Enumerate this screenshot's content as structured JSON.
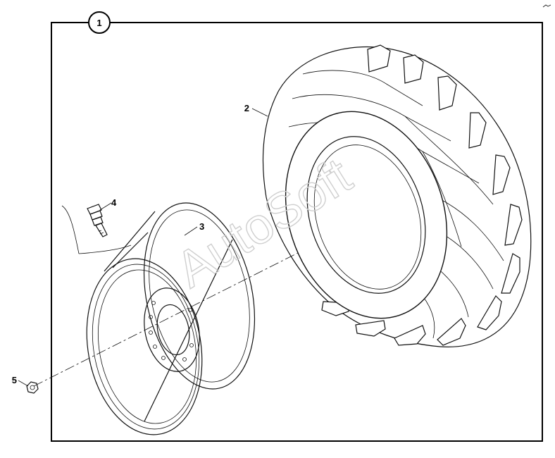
{
  "assembly_callout": "1",
  "parts": [
    {
      "id": "2",
      "name": "tire"
    },
    {
      "id": "3",
      "name": "rim"
    },
    {
      "id": "4",
      "name": "valve"
    },
    {
      "id": "5",
      "name": "nut"
    }
  ],
  "watermark": "AutoSoft",
  "colors": {
    "line": "#111111",
    "watermark": "#cfcfcf",
    "background": "#ffffff"
  }
}
